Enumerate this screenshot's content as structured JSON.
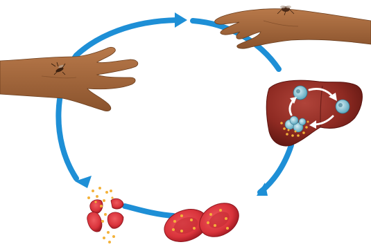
{
  "diagram": {
    "kind": "malaria-life-cycle",
    "colors": {
      "cycle": "#1e8fd6",
      "skin": "#9a6035",
      "skin_dark": "#7a4525",
      "liver": "#8e2a22",
      "liver_dark": "#6d1c16",
      "parasite": "#86c8d8",
      "red_cell": "#d9333b",
      "red_cell_dark": "#b3202a",
      "merozoite": "#f3b23a",
      "liver_arrow": "#ffffff"
    },
    "stages": [
      {
        "id": "mosquito-bite-hand",
        "icon": "hand-with-mosquito-icon"
      },
      {
        "id": "second-hand",
        "icon": "hand-with-mosquito-icon"
      },
      {
        "id": "liver-stage",
        "icon": "liver-icon"
      },
      {
        "id": "red-blood-cells",
        "icon": "red-blood-cell-icon"
      },
      {
        "id": "ruptured-red-blood-cell",
        "icon": "ruptured-cell-icon"
      }
    ]
  }
}
